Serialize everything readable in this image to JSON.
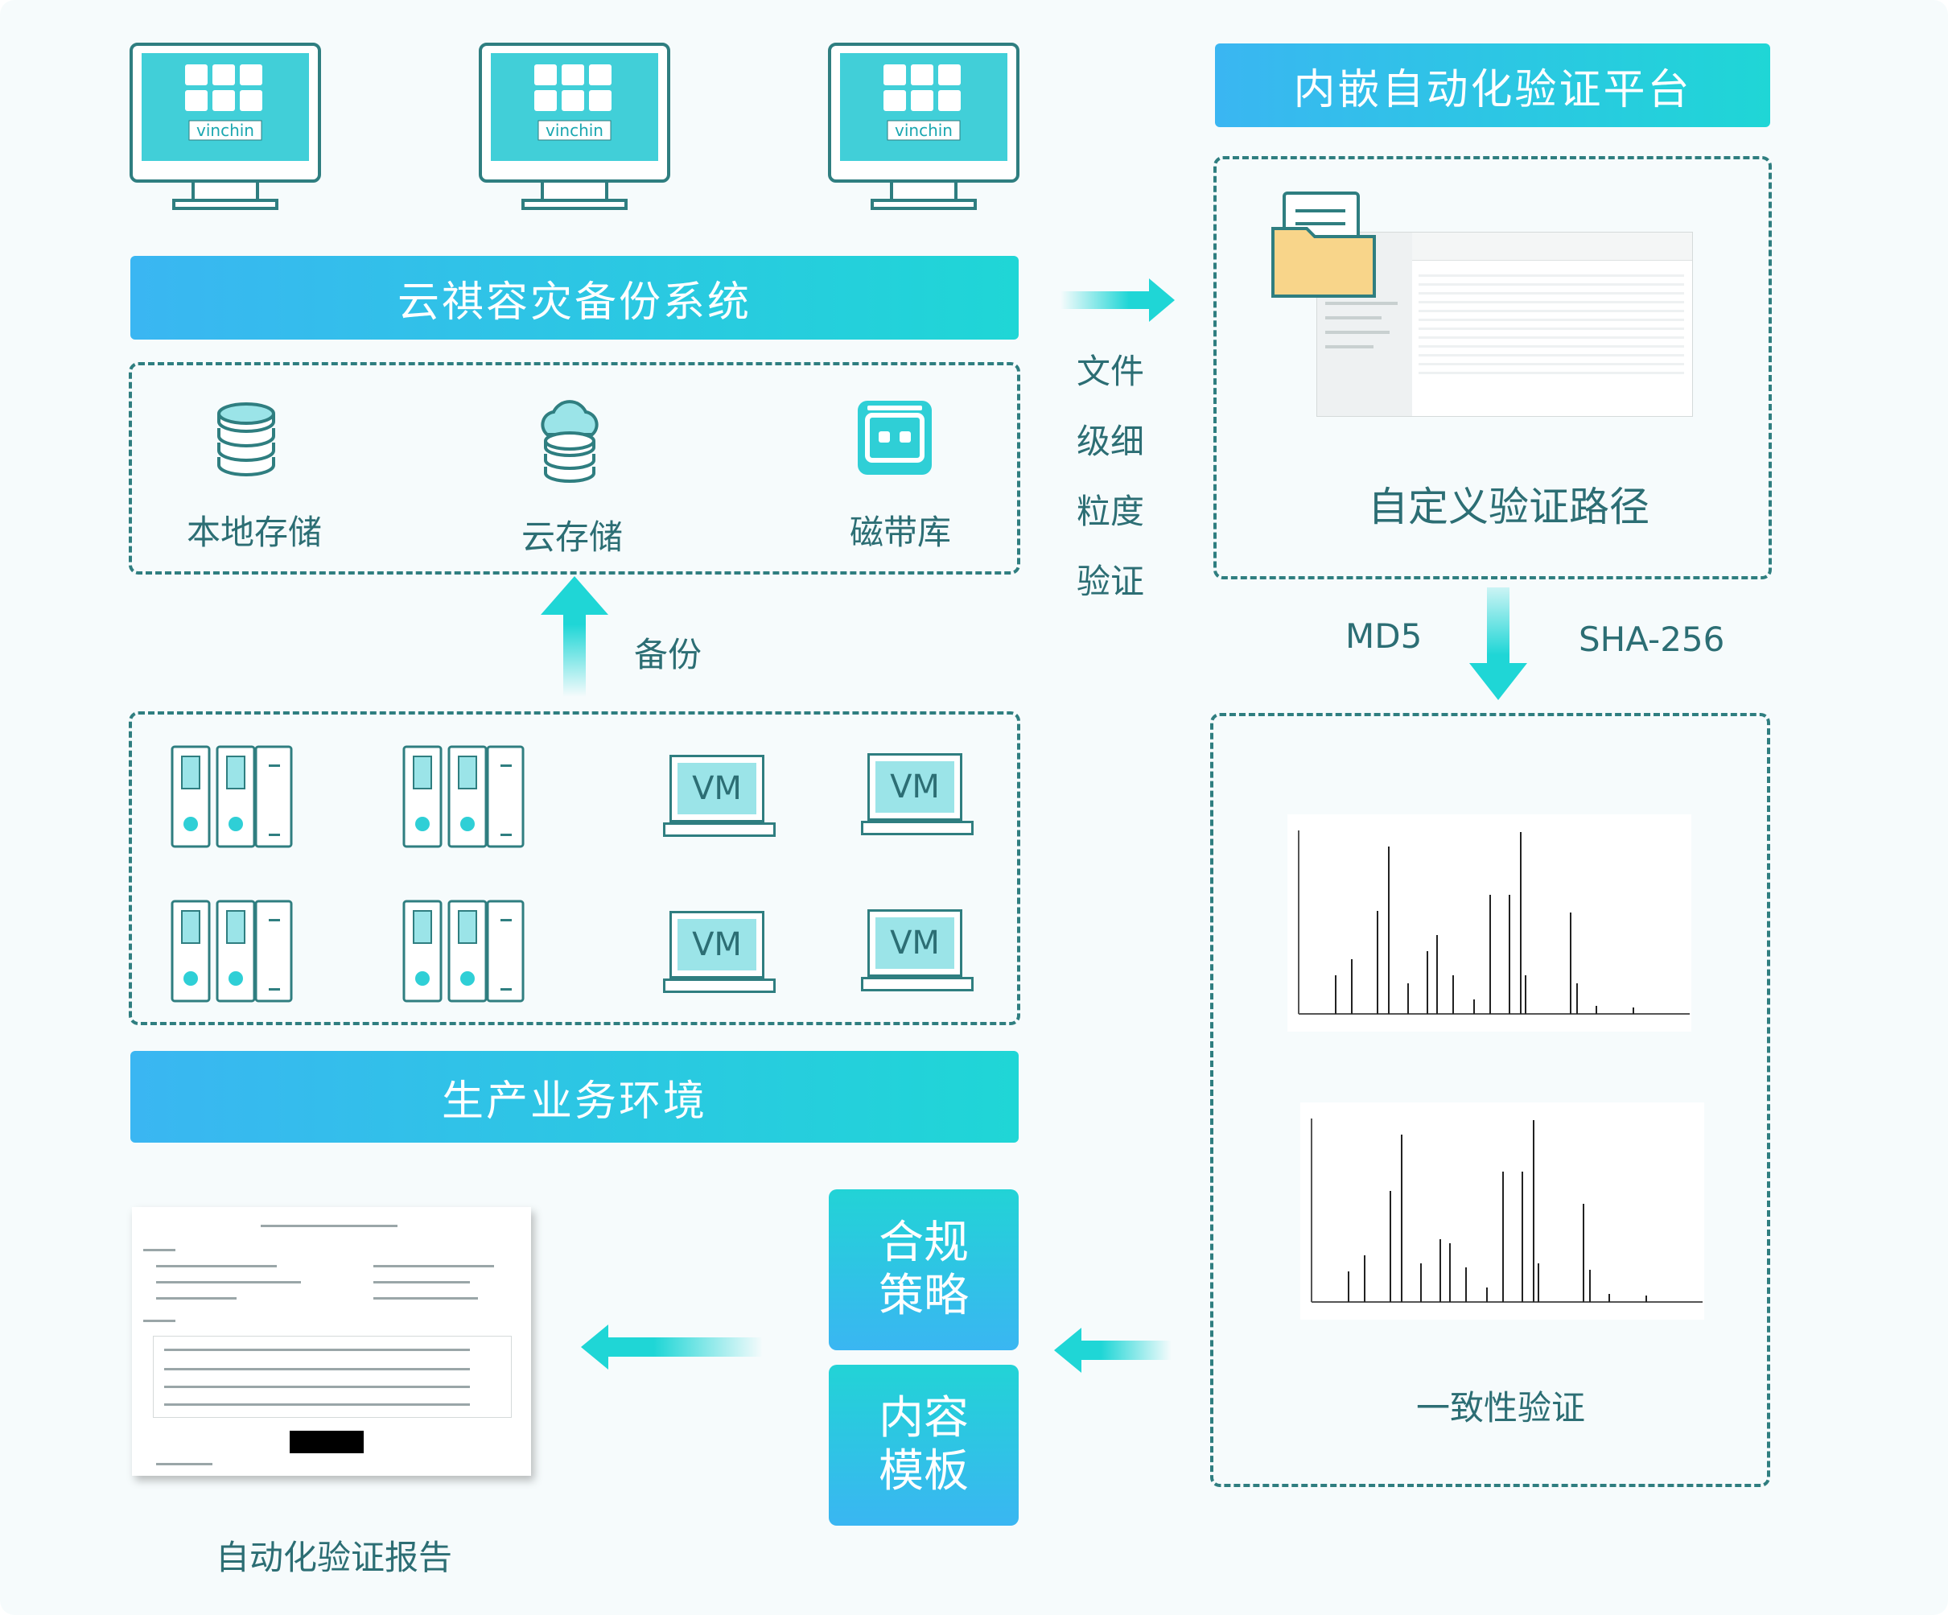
{
  "monitors": [
    {
      "brand": "vinchin"
    },
    {
      "brand": "vinchin"
    },
    {
      "brand": "vinchin"
    }
  ],
  "backup_system": {
    "title": "云祺容灾备份系统"
  },
  "storage": {
    "local": "本地存储",
    "cloud": "云存储",
    "tape": "磁带库"
  },
  "backup_arrow_label": "备份",
  "production": {
    "title": "生产业务环境",
    "vm_label": "VM"
  },
  "platform": {
    "title": "内嵌自动化验证平台",
    "custom_path_label": "自定义验证路径"
  },
  "granularity_chars": [
    "文件",
    "级细",
    "粒度",
    "验证"
  ],
  "hash": {
    "md5": "MD5",
    "sha": "SHA-256"
  },
  "consistency_label": "一致性验证",
  "compliance": {
    "line1": "合规",
    "line2": "策略"
  },
  "template": {
    "line1": "内容",
    "line2": "模板"
  },
  "report_label": "自动化验证报告",
  "colors": {
    "teal": "#1fd6d6",
    "blue": "#3ab6f2",
    "text": "#2c6e74",
    "dash": "#2f7e80"
  }
}
